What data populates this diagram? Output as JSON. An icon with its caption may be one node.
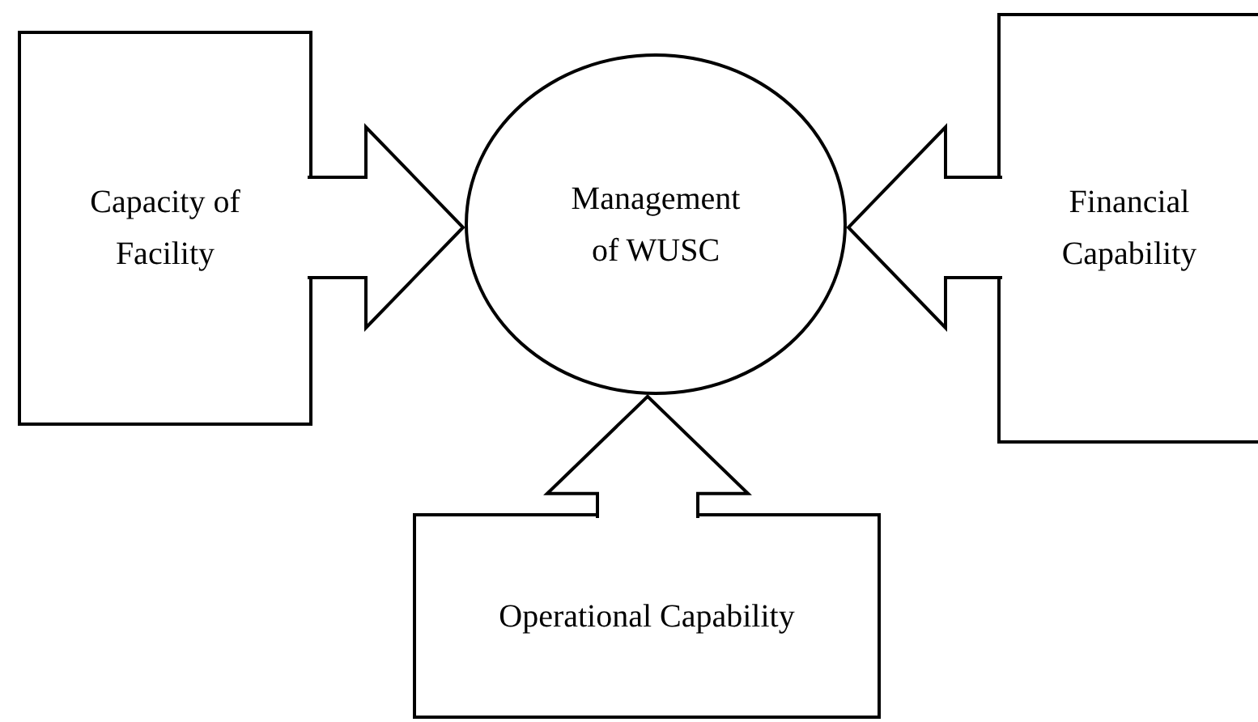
{
  "diagram": {
    "nodes": [
      {
        "text": [
          "Management of WUSC"
        ]
      },
      {
        "text": [
          "Capacity of Facility"
        ]
      },
      {
        "text": [
          "Financial Capability"
        ]
      },
      {
        "text": [
          "Operational Capability"
        ]
      }
    ],
    "edges": [
      {
        "from": 1,
        "to": 0,
        "arrow": "to"
      },
      {
        "from": 2,
        "to": 0,
        "arrow": "to"
      },
      {
        "from": 3,
        "to": 0,
        "arrow": "to"
      }
    ]
  }
}
